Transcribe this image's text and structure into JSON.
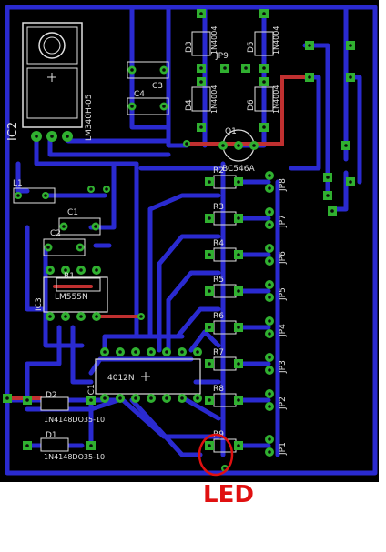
{
  "colors": {
    "board": "#000000",
    "trace_bottom": "#2a2ad0",
    "trace_top": "#c03030",
    "pad": "#30b030",
    "pad_hole": "#0a0a0a",
    "silk": "#e0e0e0",
    "annotation": "#e01010"
  },
  "components": {
    "ic2": "IC2",
    "lm340": "LM340H-05",
    "c3": "C3",
    "c4": "C4",
    "d3": "D3",
    "d3_val": "1N4004",
    "d5": "D5",
    "d5_val": "1N4004",
    "jp9": "JP9",
    "d4": "D4",
    "d4_val": "1N4004",
    "d6": "D6",
    "d6_val": "1N4004",
    "q1": "Q1",
    "bc546": "BC546A",
    "l1": "L1",
    "c1": "C1",
    "c2": "C2",
    "r1": "R1",
    "ic3": "IC3",
    "lm555": "LM555N",
    "ic1": "IC1",
    "ic4012": "4012N",
    "d2": "D2",
    "d2_val": "1N4148DO35-10",
    "d1": "D1",
    "d1_val": "1N4148DO35-10"
  },
  "resistors": [
    "R2",
    "R3",
    "R4",
    "R5",
    "R6",
    "R7",
    "R8",
    "R9"
  ],
  "jumpers": [
    "JP8",
    "JP7",
    "JP6",
    "JP5",
    "JP4",
    "JP3",
    "JP2",
    "JP1"
  ],
  "annotation_label": "LED"
}
